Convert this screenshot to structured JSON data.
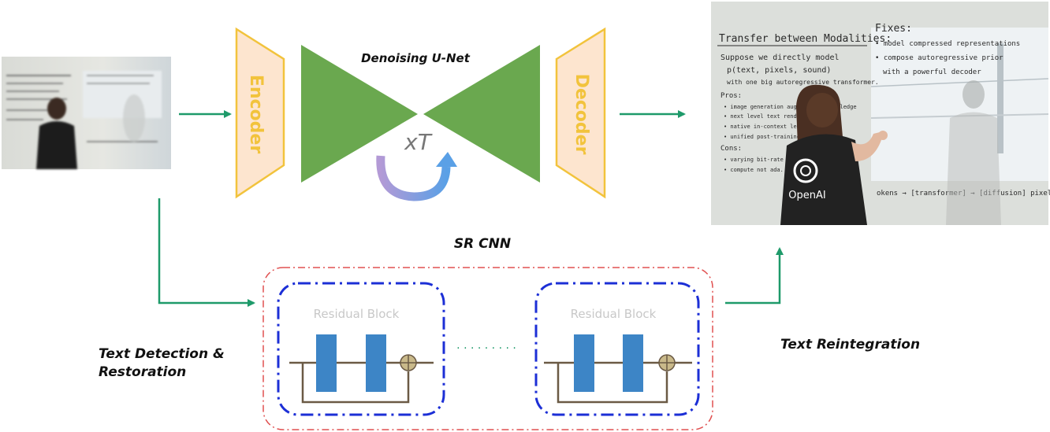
{
  "labels": {
    "encoder": "Encoder",
    "decoder": "Decoder",
    "unet": "Denoising U-Net",
    "loop": "xT",
    "sr_cnn": "SR CNN",
    "text_detection": "Text Detection &",
    "restoration": "Restoration",
    "text_reintegration": "Text Reintegration",
    "residual_block_1": "Residual Block",
    "residual_block_2": "Residual Block",
    "dots": "· · · · · · · · ·"
  },
  "whiteboard": {
    "heading_left": "Transfer between Modalities:",
    "lines_left": [
      "Suppose we directly model",
      "p(text, pixels, sound)",
      "with one big autoregressive transformer.",
      "Pros:",
      "• image generation augmented ...nowledge",
      "• next level text rendering",
      "• native in-context lear...",
      "• unified post-training ...",
      "Cons:",
      "• varying bit-rate ...",
      "• compute not ada..."
    ],
    "heading_right": "Fixes:",
    "lines_right": [
      "• model compressed representations",
      "• compose autoregressive prior",
      "with a powerful decoder"
    ],
    "bottom_line": "okens → [transformer] → [diffusion] pixels",
    "shirt_text": "OpenAI"
  },
  "colors": {
    "green_arrow": "#1e9a6a",
    "unet_green": "#6aa84f",
    "encoder_fill": "#fde5cf",
    "encoder_stroke": "#f2c33c",
    "red_dashdot": "#e05050",
    "blue_dashdot": "#1c2fd6",
    "block_blue": "#3d85c6",
    "line_brown": "#6b5a45",
    "adder_fill": "#c9b98a"
  }
}
